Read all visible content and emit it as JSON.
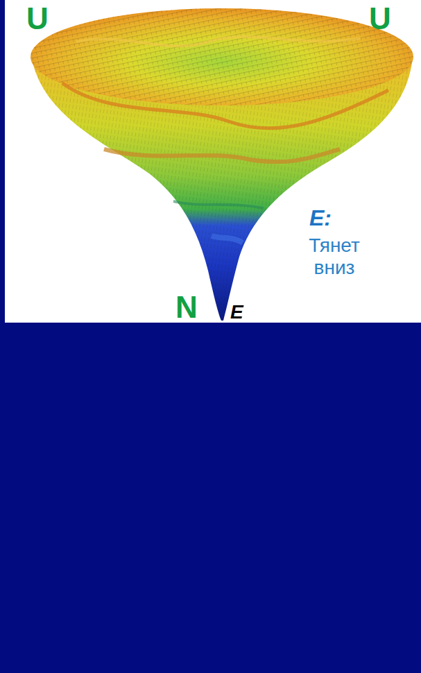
{
  "diagram": {
    "labels": [
      "U",
      "U",
      "E:",
      "Тянет вниз",
      "N",
      "E"
    ]
  }
}
